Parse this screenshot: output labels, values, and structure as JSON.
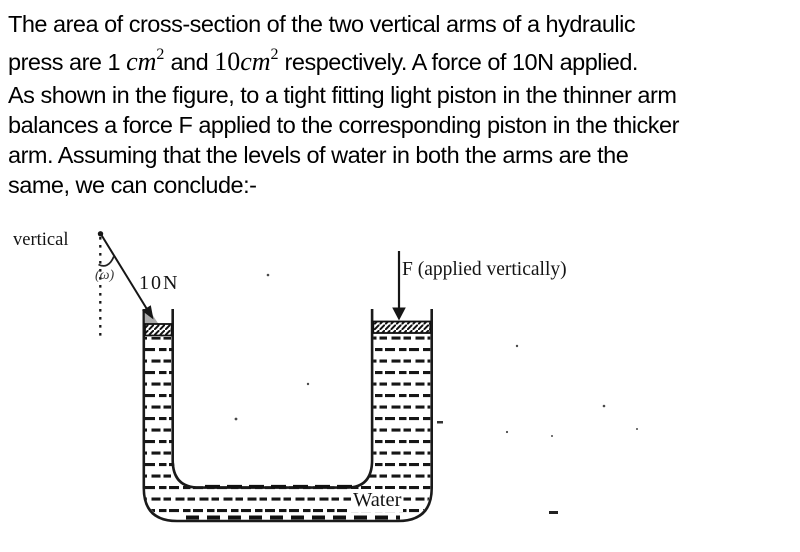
{
  "colors": {
    "ink": "#1a1a1a",
    "background": "#ffffff",
    "piston_smudge": "#ababab"
  },
  "question": {
    "line1": "The area of cross-section of the two vertical arms of a hydraulic",
    "line2": {
      "pre": "press are 1 ",
      "unit1": "cm",
      "sup1": "2",
      "mid": " and ",
      "num2": "10",
      "unit2": "cm",
      "sup2": "2",
      "post": " respectively. A force of 10N applied."
    },
    "line3": "As shown in the figure, to a tight fitting light piston in the thinner arm",
    "line4": "balances a force F applied to the corresponding piston in the thicker",
    "line5": "arm. Assuming that the levels of water in both the arms are the",
    "line6": "same, we can conclude:-"
  },
  "figure": {
    "labels": {
      "vertical": "vertical",
      "angle": "(ω)",
      "left_force": "10N",
      "right_force": "F (applied vertically)",
      "water": "Water"
    }
  }
}
